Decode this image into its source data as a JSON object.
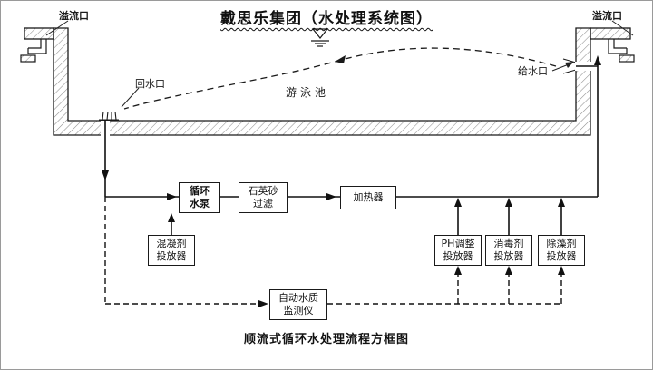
{
  "title": "戴思乐集团（水处理系统图）",
  "caption": "顺流式循环水处理流程方框图",
  "pool": {
    "overflow_left": "溢流口",
    "overflow_right": "溢流口",
    "return_port": "回水口",
    "pool_name": "游泳池",
    "supply_port": "给水口"
  },
  "blocks": {
    "pump": "循环\n水泵",
    "filter": "石英砂\n过滤",
    "heater": "加热器",
    "coagulant": "混凝剂\n投放器",
    "ph": "PH调整\n投放器",
    "disinfectant": "消毒剂\n投放器",
    "algaecide": "除藻剂\n投放器",
    "monitor": "自动水质\n监测仪"
  },
  "colors": {
    "line": "#1a1a1a",
    "hatch": "#8f8f8f",
    "background": "#ffffff"
  }
}
